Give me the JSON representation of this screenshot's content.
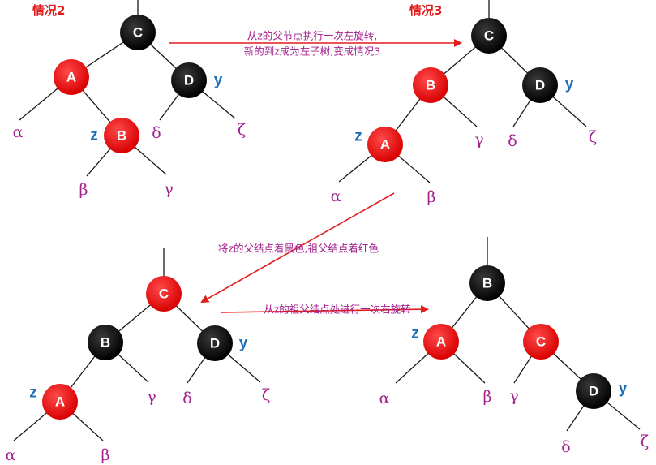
{
  "titles": {
    "case2": "情况2",
    "case3": "情况3"
  },
  "notes": {
    "step1_line1": "从z的父节点执行一次左旋转,",
    "step1_line2": "新的到z成为左子树,变成情况3",
    "step2": "将z的父结点着黑色,祖父结点着红色",
    "step3": "从z的祖父结点处进行一次右旋转"
  },
  "nodes": {
    "C": "C",
    "A": "A",
    "B": "B",
    "D": "D"
  },
  "marks": {
    "z": "z",
    "y": "y"
  },
  "greek": {
    "alpha": "α",
    "beta": "β",
    "gamma": "γ",
    "delta": "δ",
    "zeta": "ζ"
  },
  "colors": {
    "red": "#e00000",
    "black": "#000000",
    "arrow": "#e21b1b",
    "greek": "#a21f8d",
    "mark": "#1f6fb6"
  }
}
